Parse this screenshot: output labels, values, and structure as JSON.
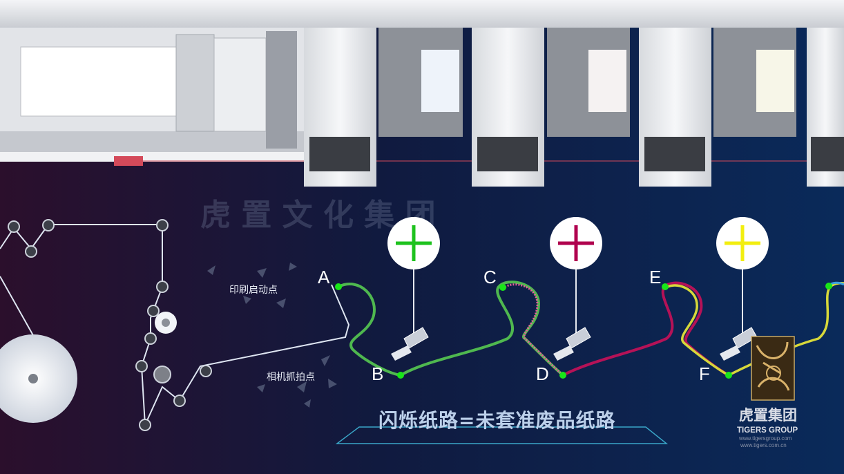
{
  "watermark": "虎 置 文 化 集 团",
  "labels": {
    "print_start": "印刷启动点",
    "camera_capture": "相机抓拍点"
  },
  "points": [
    "A",
    "B",
    "C",
    "D",
    "E",
    "F"
  ],
  "caption": "闪烁纸路=未套准废品纸路",
  "logo": {
    "cn": "虎置集团",
    "en": "TIGERS GROUP",
    "url1": "www.tigersgroup.com",
    "url2": "www.tigers.com.cn"
  },
  "registration_marks": [
    {
      "name": "green-cross",
      "color": "#1ec21e"
    },
    {
      "name": "magenta-cross",
      "color": "#b0004e"
    },
    {
      "name": "yellow-cross",
      "color": "#f2ee10"
    }
  ],
  "colors": {
    "path_green": "#4fb84f",
    "path_magenta": "#b51257",
    "path_yellow": "#d7d83a",
    "web_white": "#dfe6f2",
    "node_dot": "#19e619"
  }
}
